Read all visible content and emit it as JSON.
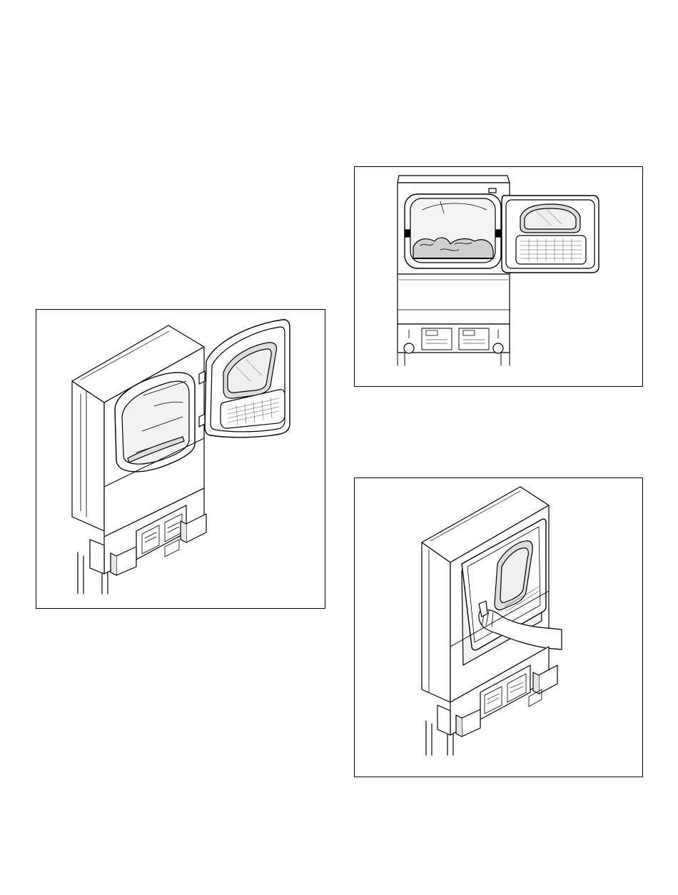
{
  "page": {
    "background": "#ffffff"
  },
  "figures": [
    {
      "id": "figure-left",
      "subject": "dryer-door-open-angled-view"
    },
    {
      "id": "figure-top-right",
      "subject": "dryer-front-view-door-open-with-laundry"
    },
    {
      "id": "figure-bottom-right",
      "subject": "hand-closing-dryer-door"
    }
  ],
  "colors": {
    "line": "#000000",
    "fill": "#ffffff",
    "shade": "#e6e6e6",
    "glass": "#dcdcdc"
  }
}
